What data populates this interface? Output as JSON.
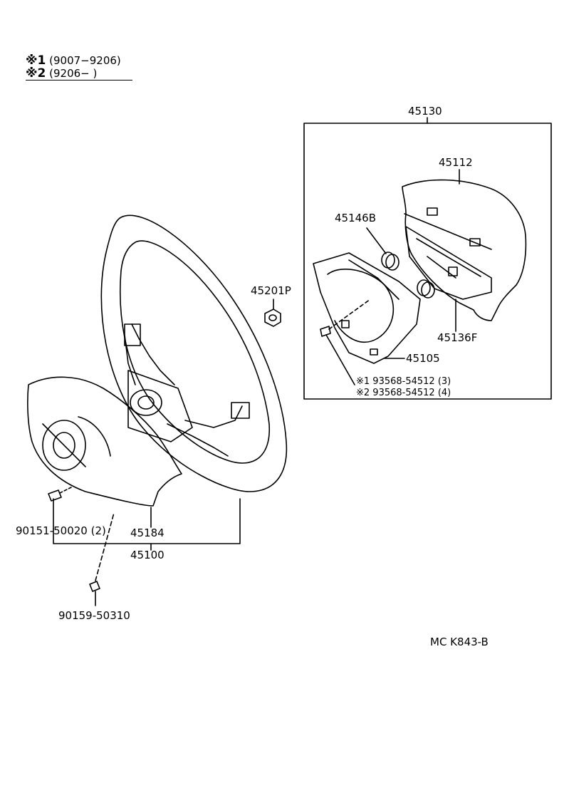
{
  "legend": [
    {
      "mark": "※1",
      "range": "(9007−9206)"
    },
    {
      "mark": "※2",
      "range": "(9206−        )"
    }
  ],
  "parts": {
    "assembly": "45130",
    "pad": "45112",
    "spring": "45146B",
    "nut": "45201P",
    "pad_plate": "45136F",
    "horn_plate": "45105",
    "screw_1": "※1  93568-54512 (3)",
    "screw_2": "※2  93568-54512 (4)",
    "bolt": "90151-50020 (2)",
    "cover": "45184",
    "wheel": "45100",
    "screw_lower": "90159-50310"
  },
  "diagram_code": "MC K843-B"
}
